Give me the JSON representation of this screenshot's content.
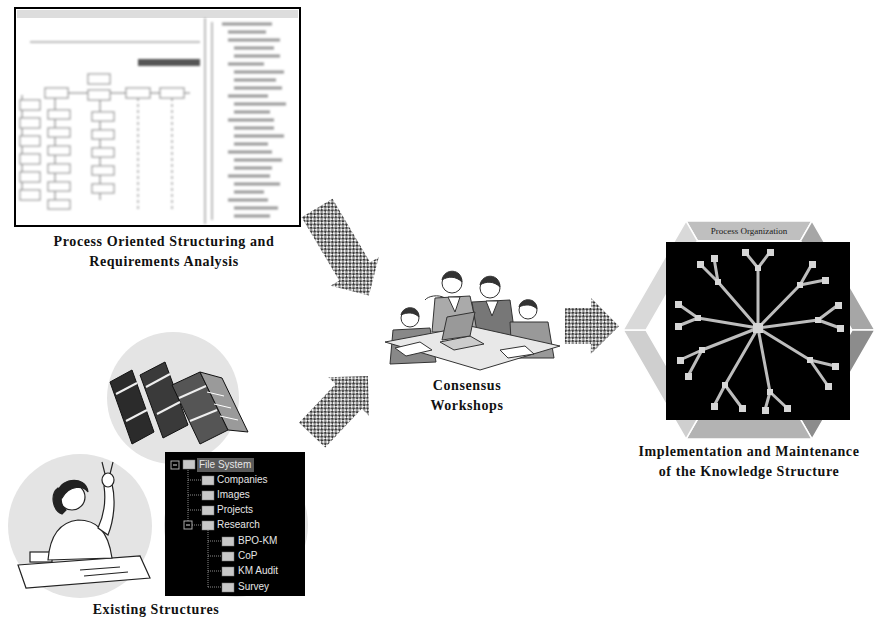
{
  "diagram": {
    "nodes": [
      {
        "text": [
          "Process Oriented Structuring and Requirements Analysis"
        ]
      },
      {
        "text": [
          "Existing Structures"
        ]
      },
      {
        "text": [
          "Consensus Workshops"
        ]
      },
      {
        "text": [
          "Implementation and Maintenance of the Knowledge Structure"
        ]
      }
    ],
    "edges": [
      {
        "from": 0,
        "to": 2,
        "arrow": "to"
      },
      {
        "from": 1,
        "to": 2,
        "arrow": "to"
      },
      {
        "from": 2,
        "to": 3,
        "arrow": "to"
      }
    ],
    "labels": [
      "File System",
      "Companies",
      "Images",
      "Projects",
      "Research",
      "BPO-KM",
      "CoP",
      "KM Audit",
      "Survey",
      "Process Organization"
    ]
  }
}
